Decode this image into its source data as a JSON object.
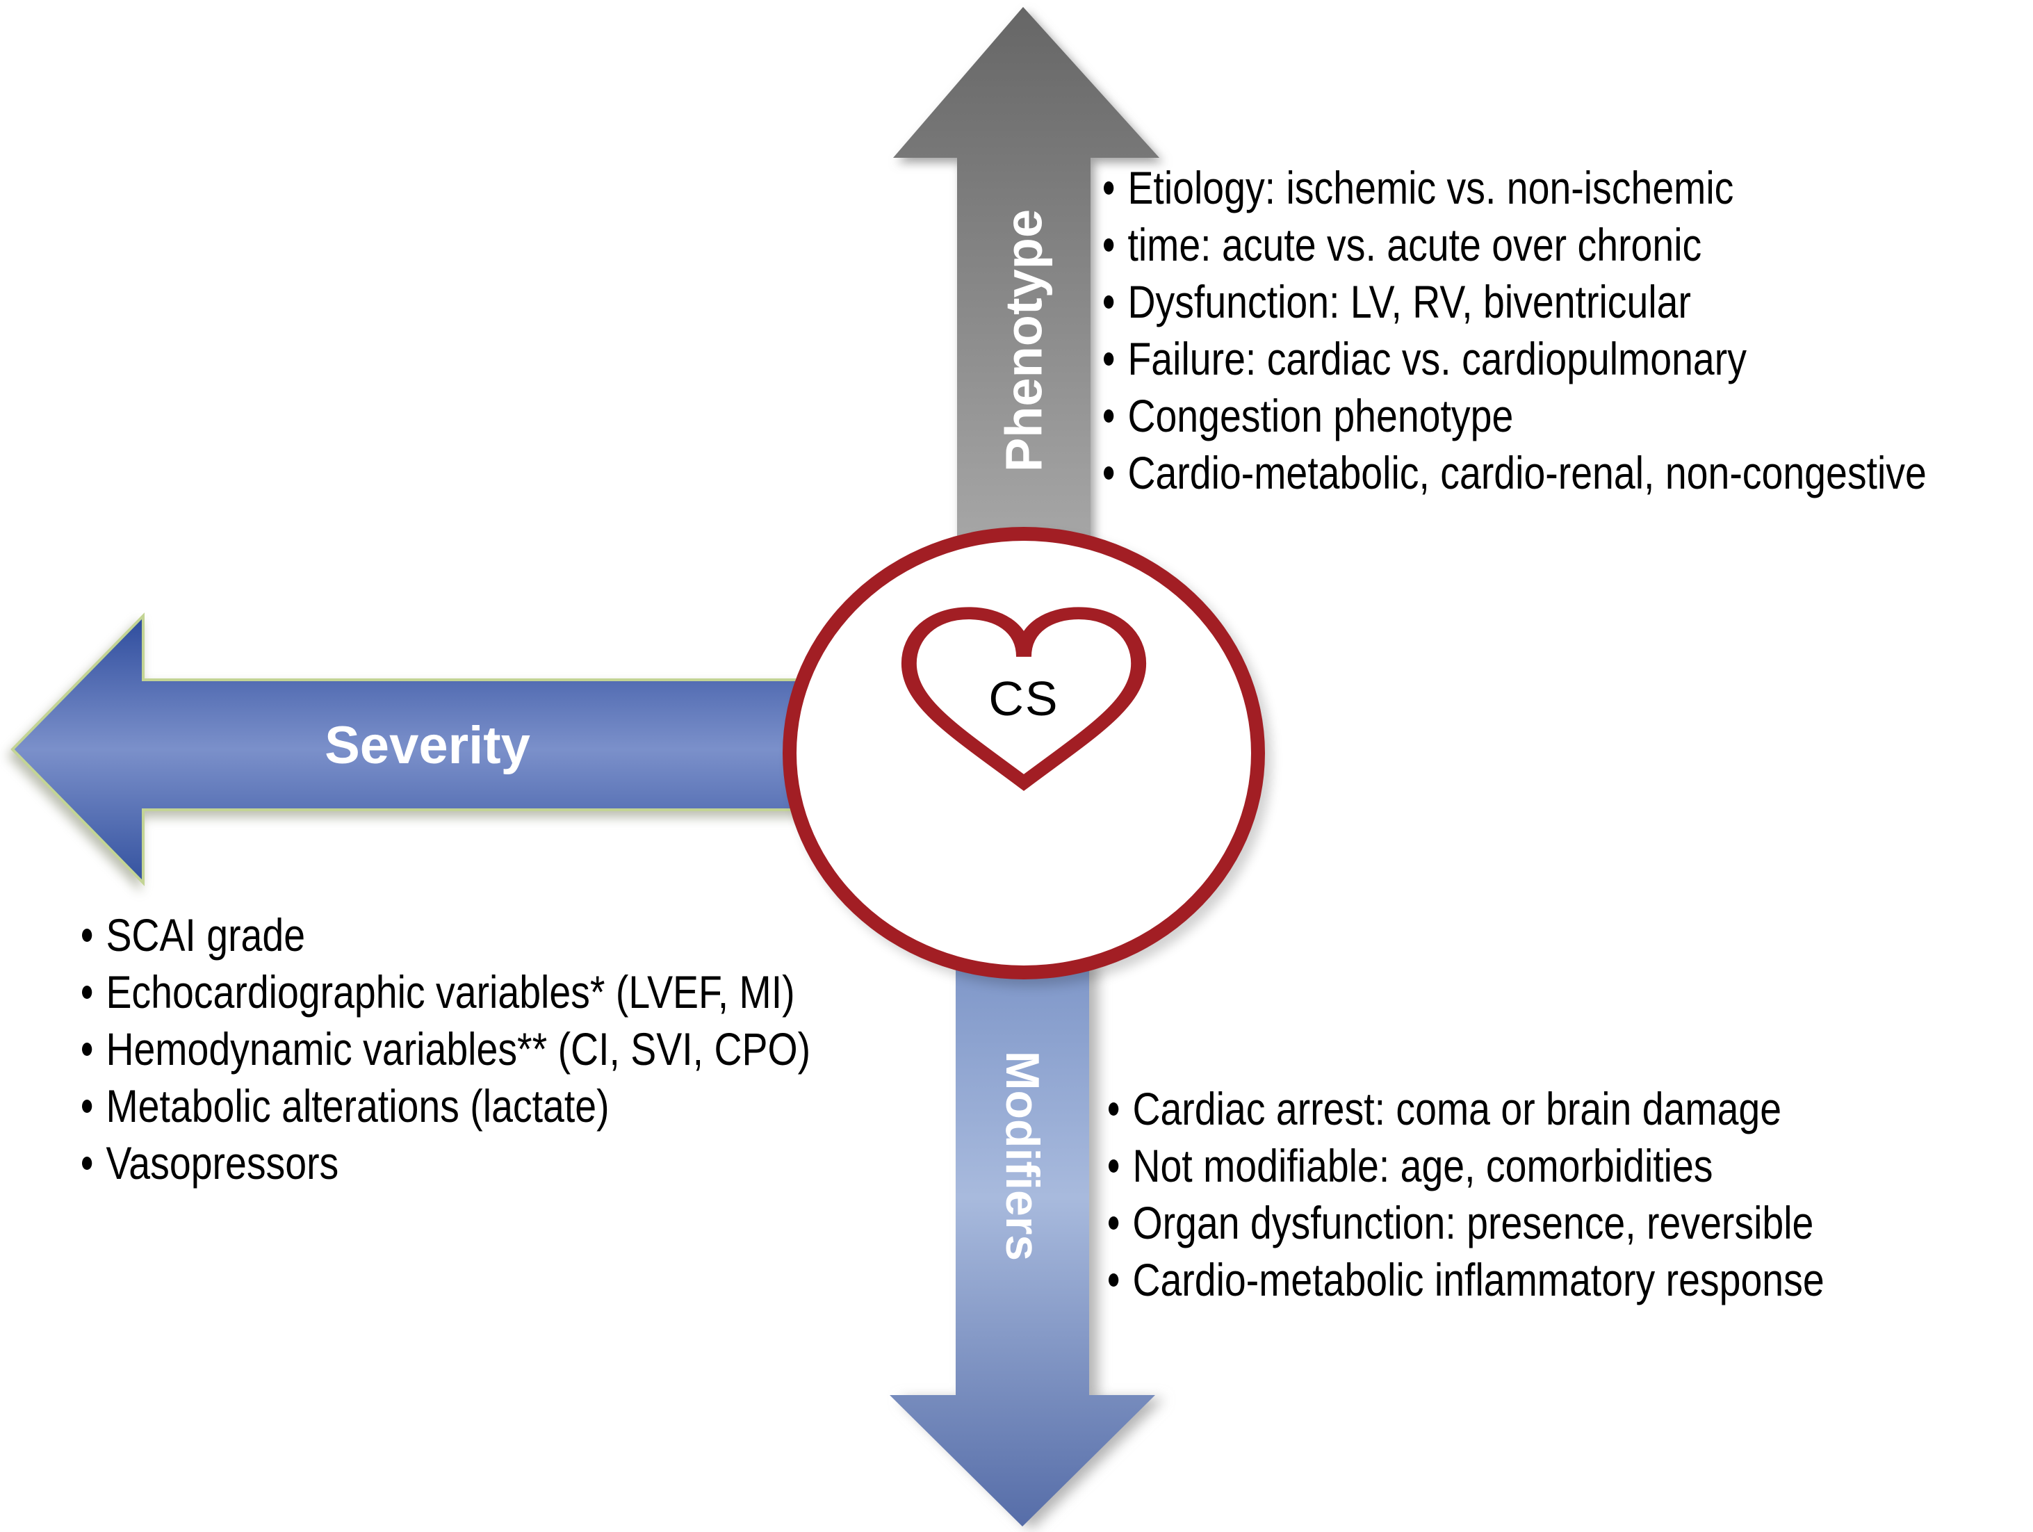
{
  "figure": {
    "center_label": "CS",
    "axes": {
      "phenotype": {
        "label": "Phenotype",
        "direction": "up",
        "items": [
          "Etiology: ischemic vs. non-ischemic",
          "time: acute vs. acute over chronic",
          "Dysfunction: LV, RV, biventricular",
          "Failure: cardiac vs. cardiopulmonary",
          "Congestion phenotype",
          "Cardio-metabolic, cardio-renal, non-congestive"
        ]
      },
      "severity": {
        "label": "Severity",
        "direction": "left",
        "items": [
          "SCAI grade",
          "Echocardiographic variables* (LVEF, MI)",
          "Hemodynamic variables** (CI, SVI, CPO)",
          "Metabolic alterations (lactate)",
          "Vasopressors"
        ]
      },
      "modifiers": {
        "label": "Modifiers",
        "direction": "down",
        "items": [
          "Cardiac arrest: coma or brain damage",
          "Not modifiable: age, comorbidities",
          "Organ dysfunction: presence, reversible",
          "Cardio-metabolic inflammatory response"
        ]
      }
    }
  },
  "colors": {
    "circle-red": "#A21E24",
    "label-white": "#FFFFFF",
    "gray-arrow-top": "#666666",
    "gray-arrow-mid": "#8A8A8A",
    "gray-arrow-bottom": "#A9A9A9",
    "severity-edge": "#2E4C9D",
    "severity-mid": "#7B90CA",
    "severity-edge2": "#34529F",
    "severity-outline": "#C3D494",
    "modifiers-top": "#7E96C8",
    "modifiers-mid": "#A8BADD",
    "modifiers-bottom": "#566DA8",
    "text-black": "#000000"
  }
}
